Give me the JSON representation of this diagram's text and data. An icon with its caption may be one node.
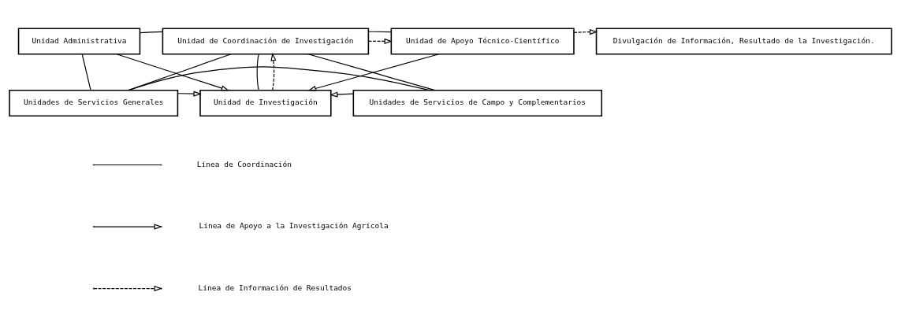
{
  "diagram": {
    "nodes": [
      {
        "text": [
          "Unidad Administrativa"
        ]
      },
      {
        "text": [
          "Unidad de Coordinación de Investigación"
        ]
      },
      {
        "text": [
          "Unidad de Apoyo Técnico-Científico"
        ]
      },
      {
        "text": [
          "Divulgación de Información, Resultado de la Investigación."
        ]
      },
      {
        "text": [
          "Unidades de Servicios Generales"
        ]
      },
      {
        "text": [
          "Unidad de Investigación"
        ]
      },
      {
        "text": [
          "Unidades de Servicios de Campo y Complementarios"
        ]
      }
    ],
    "edges": [
      {
        "from": 0,
        "to": 1,
        "arrow": "none"
      },
      {
        "from": 1,
        "to": 2,
        "arrow": "to",
        "style": "dashed"
      },
      {
        "from": 1,
        "to": 2,
        "arrow": "none"
      },
      {
        "from": 2,
        "to": 3,
        "arrow": "to",
        "style": "dashed"
      },
      {
        "from": 0,
        "to": 4,
        "arrow": "none"
      },
      {
        "from": 0,
        "to": 5,
        "arrow": "to"
      },
      {
        "from": 1,
        "to": 5,
        "arrow": "none"
      },
      {
        "from": 5,
        "to": 1,
        "arrow": "to",
        "style": "dashed"
      },
      {
        "from": 2,
        "to": 5,
        "arrow": "to"
      },
      {
        "from": 4,
        "to": 5,
        "arrow": "to"
      },
      {
        "from": 6,
        "to": 5,
        "arrow": "to"
      },
      {
        "from": 4,
        "to": 1,
        "arrow": "none"
      },
      {
        "from": 1,
        "to": 6,
        "arrow": "none"
      },
      {
        "from": 4,
        "to": 6,
        "arrow": "none"
      }
    ],
    "legend": [
      {
        "text": "Línea de Coordinación"
      },
      {
        "text": "Línea de Apoyo a la Investigación Agrícola"
      },
      {
        "text": "Línea de Información de Resultados"
      }
    ]
  }
}
